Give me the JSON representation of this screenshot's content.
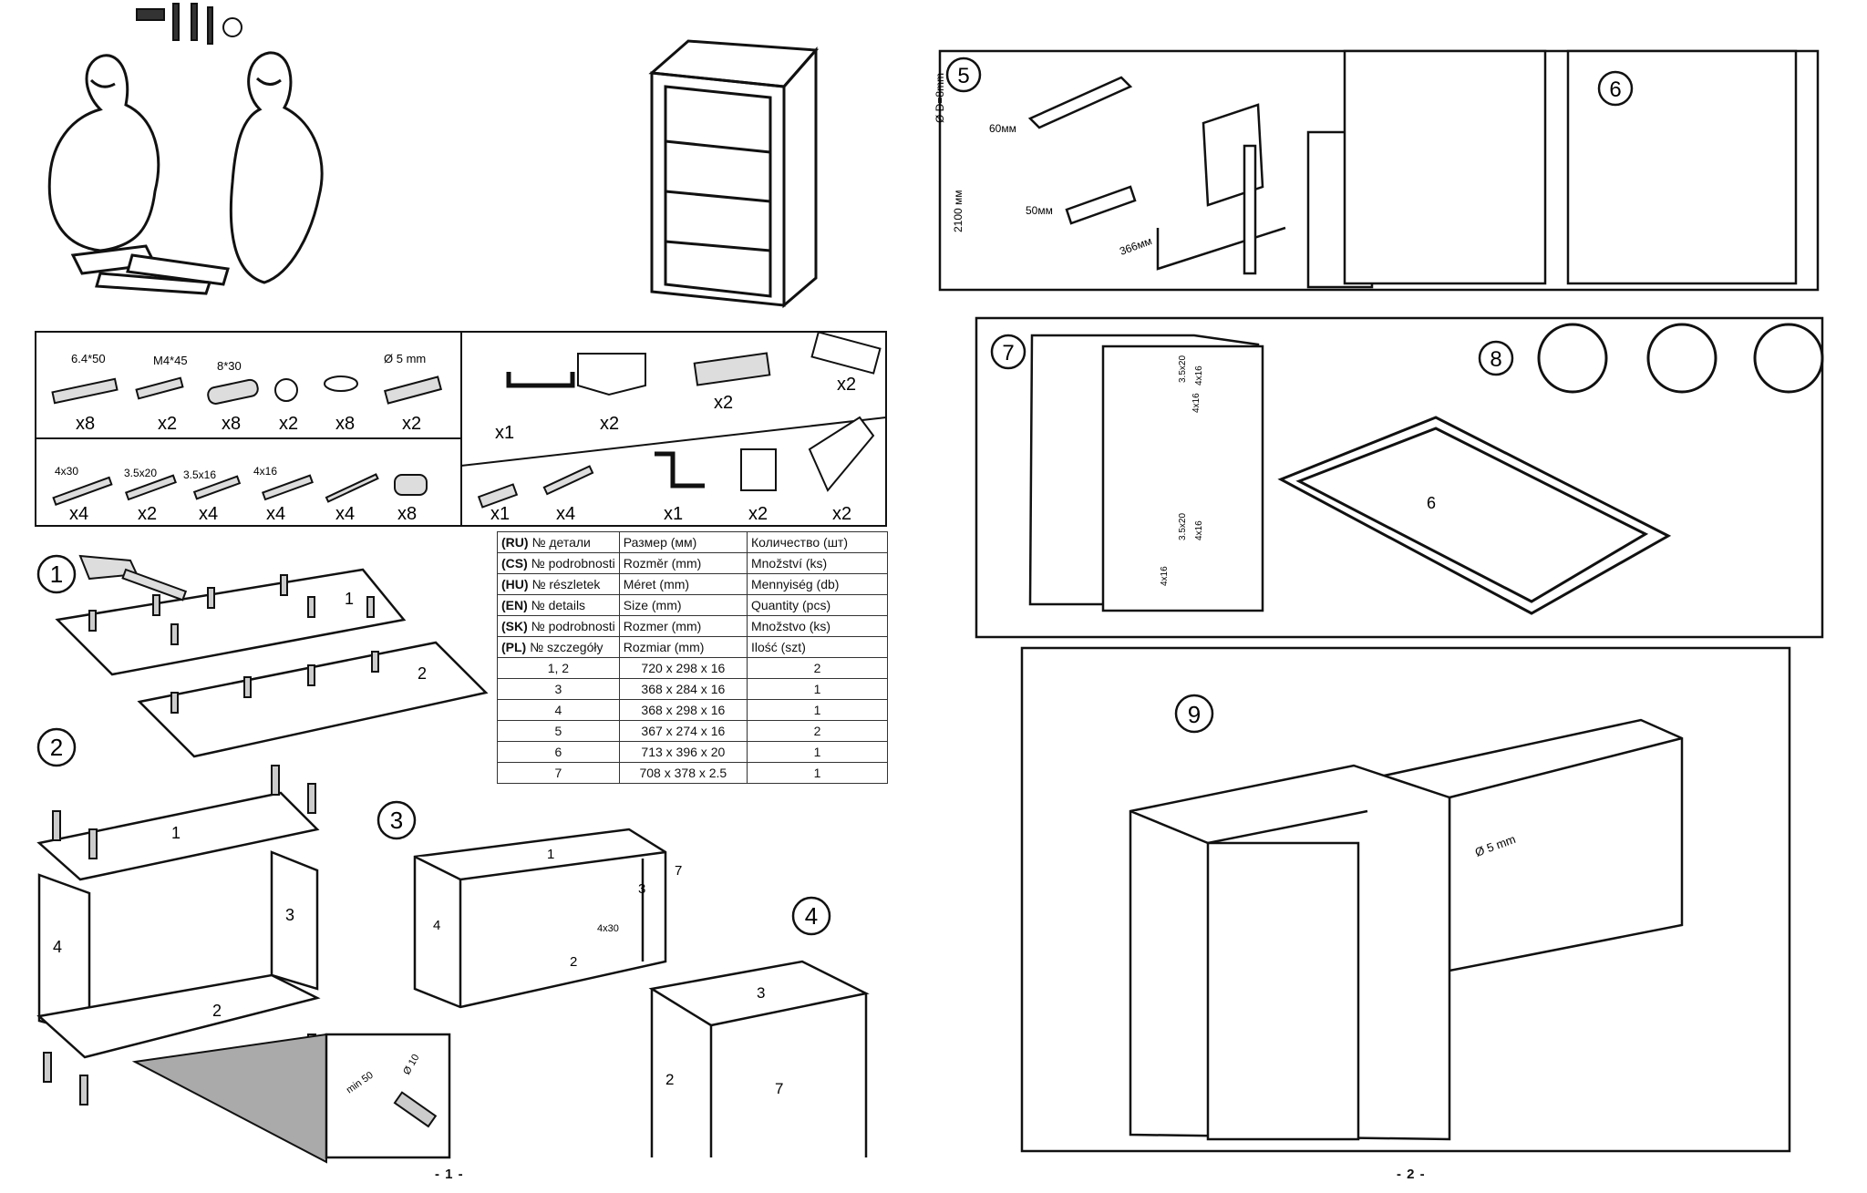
{
  "pages": {
    "left": "- 1 -",
    "right": "- 2 -"
  },
  "fittings": [
    {
      "label": "6.4*50",
      "qty": "x8"
    },
    {
      "label": "M4*45",
      "qty": "x2"
    },
    {
      "label": "8*30",
      "qty": "x8"
    },
    {
      "label": "",
      "qty": "x2"
    },
    {
      "label": "",
      "qty": "x8"
    },
    {
      "label": "Ø 5 mm",
      "qty": "x2"
    },
    {
      "label": "4x30",
      "qty": "x4"
    },
    {
      "label": "3.5x20",
      "qty": "x2"
    },
    {
      "label": "3.5x16",
      "qty": "x4"
    },
    {
      "label": "4x16",
      "qty": "x4"
    },
    {
      "label": "",
      "qty": "x4"
    },
    {
      "label": "",
      "qty": "x8"
    },
    {
      "label": "",
      "qty": "x1"
    },
    {
      "label": "",
      "qty": "x2"
    },
    {
      "label": "",
      "qty": "x2"
    },
    {
      "label": "",
      "qty": "x2"
    },
    {
      "label": "",
      "qty": "x1"
    },
    {
      "label": "",
      "qty": "x4"
    },
    {
      "label": "",
      "qty": "x1"
    },
    {
      "label": "",
      "qty": "x2"
    },
    {
      "label": "",
      "qty": "x2"
    }
  ],
  "parts_table": {
    "header": [
      {
        "lang": "(RU)",
        "part": "№ детали",
        "size": "Размер  (мм)",
        "qty": "Количество (шт)"
      },
      {
        "lang": "(CS)",
        "part": "№ podrobnosti",
        "size": "Rozměr (mm)",
        "qty": "Množství (ks)"
      },
      {
        "lang": "(HU)",
        "part": "№ részletek",
        "size": "Méret (mm)",
        "qty": "Mennyiség (db)"
      },
      {
        "lang": "(EN)",
        "part": "№ details",
        "size": "Size (mm)",
        "qty": "Quantity  (pcs)"
      },
      {
        "lang": "(SK)",
        "part": "№ podrobnosti",
        "size": "Rozmer (mm)",
        "qty": "Množstvo (ks)"
      },
      {
        "lang": "(PL)",
        "part": "№ szczegóły",
        "size": "Rozmiar (mm)",
        "qty": "Ilość (szt)"
      }
    ],
    "rows": [
      {
        "part": "1, 2",
        "size": "720 x 298 x 16",
        "qty": "2"
      },
      {
        "part": "3",
        "size": "368 x 284 x 16",
        "qty": "1"
      },
      {
        "part": "4",
        "size": "368 x 298 x 16",
        "qty": "1"
      },
      {
        "part": "5",
        "size": "367 x 274 x 16",
        "qty": "2"
      },
      {
        "part": "6",
        "size": "713 x 396 x 20",
        "qty": "1"
      },
      {
        "part": "7",
        "size": "708 x 378 x 2.5",
        "qty": "1"
      }
    ]
  },
  "steps": {
    "s1": {
      "num": "1",
      "labels": [
        "1",
        "2"
      ]
    },
    "s2": {
      "num": "2",
      "labels": [
        "1",
        "4",
        "3",
        "2"
      ],
      "detail": [
        "min 50",
        "Ø 10"
      ]
    },
    "s3": {
      "num": "3",
      "labels": [
        "1",
        "4",
        "3",
        "2",
        "7"
      ],
      "screw": "4x30"
    },
    "s4": {
      "num": "4",
      "labels": [
        "3",
        "2",
        "7"
      ]
    },
    "s5": {
      "num": "5",
      "labels": [
        "Ø D=8mm",
        "60мм",
        "2100 мм",
        "50мм",
        "366мм"
      ]
    },
    "s6": {
      "num": "6"
    },
    "s7": {
      "num": "7",
      "labels": [
        "3.5x20",
        "4x16",
        "3.5x20",
        "4x16",
        "4x16",
        "4x16"
      ]
    },
    "s8": {
      "num": "8",
      "labels": [
        "6"
      ]
    },
    "s9": {
      "num": "9",
      "labels": [
        "Ø 5 mm"
      ]
    }
  }
}
